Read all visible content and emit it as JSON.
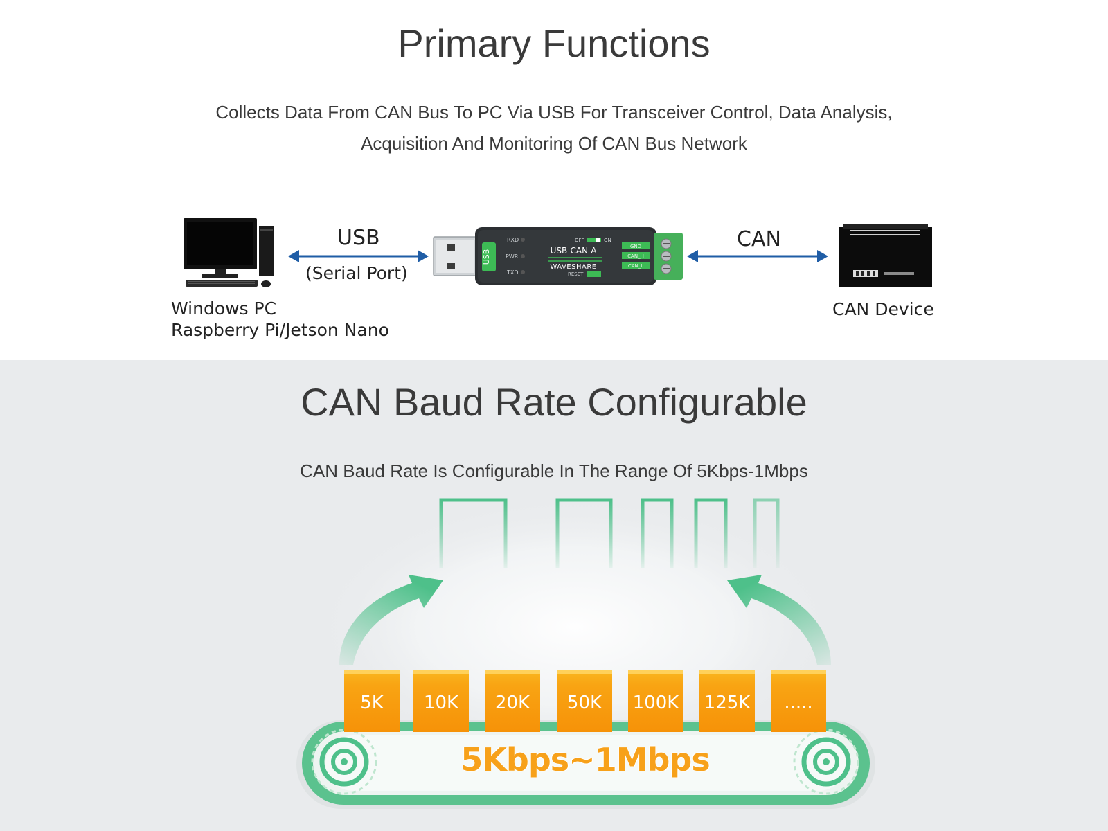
{
  "primary": {
    "title": "Primary Functions",
    "subtitle_line1": "Collects Data From CAN Bus To PC Via USB For Transceiver Control, Data Analysis,",
    "subtitle_line2": "Acquisition And Monitoring Of CAN Bus Network"
  },
  "diagram": {
    "usb_label": "USB",
    "usb_sublabel": "(Serial Port)",
    "can_label": "CAN",
    "pc_label_line1": "Windows PC",
    "pc_label_line2": "Raspberry Pi/Jetson Nano",
    "device_label": "CAN Device",
    "module": {
      "usb_tag": "USB",
      "name": "USB-CAN-A",
      "brand": "WAVESHARE",
      "rxd": "RXD",
      "pwr": "PWR",
      "txd": "TXD",
      "off": "OFF",
      "on": "ON",
      "reset": "RESET",
      "gnd": "GND",
      "can_h": "CAN_H",
      "can_l": "CAN_L"
    }
  },
  "baud": {
    "title": "CAN Baud Rate Configurable",
    "subtitle": "CAN Baud Rate Is Configurable In The Range Of 5Kbps-1Mbps",
    "rates": [
      "5K",
      "10K",
      "20K",
      "50K",
      "100K",
      "125K",
      "....."
    ],
    "range": "5Kbps~1Mbps"
  },
  "colors": {
    "arrow_blue": "#1f5da6",
    "accent_green": "#4ec08a",
    "chip_orange": "#f69208",
    "range_orange": "#f7a11a",
    "bottom_bg": "#e9ebed"
  }
}
